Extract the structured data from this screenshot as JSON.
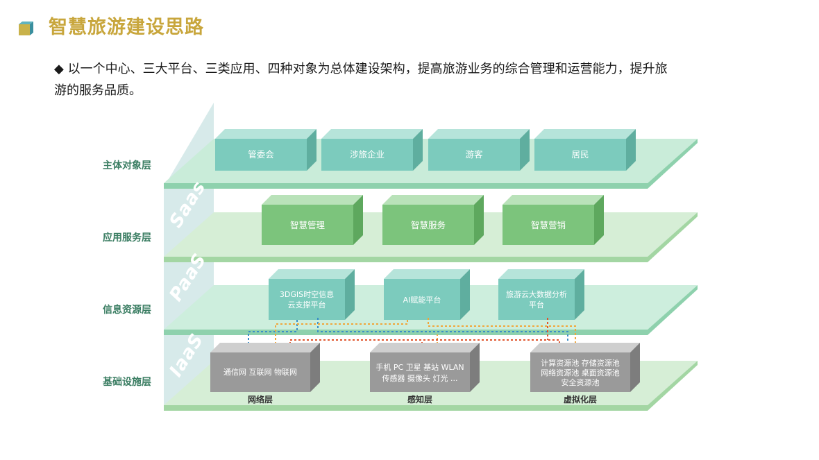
{
  "header": {
    "title": "智慧旅游建设思路",
    "bullet_mark": "◆",
    "description_line1": "以一个中心、三大平台、三类应用、四种对象为总体建设架构，提高旅游业务的综合管理和运营能力，提升旅",
    "description_line2": "游的服务品质。"
  },
  "colors": {
    "title": "#c8a63c",
    "layer_label": "#3a7d62",
    "platform_top": "#cdeedd",
    "teal_box": "#7ccbbd",
    "green_box": "#7cc47c",
    "gray_box": "#9a9a9a",
    "line_blue": "#3a8ec9",
    "line_orange": "#f0a63a",
    "line_red": "#e0552e"
  },
  "layers": [
    {
      "label": "主体对象层",
      "items": [
        "管委会",
        "涉旅企业",
        "游客",
        "居民"
      ]
    },
    {
      "label": "应用服务层",
      "tier": "Saas",
      "items": [
        "智慧管理",
        "智慧服务",
        "智慧营销"
      ]
    },
    {
      "label": "信息资源层",
      "tier": "PaaS",
      "items": [
        [
          "3DGIS时空信息",
          "云支撑平台"
        ],
        [
          "AI赋能平台"
        ],
        [
          "旅游云大数据分析",
          "平台"
        ]
      ]
    },
    {
      "label": "基础设施层",
      "tier": "IaaS",
      "items": [
        [
          "通信网 互联网 物联网"
        ],
        [
          "手机 PC 卫星 基站 WLAN",
          "传感器 摄像头 灯光 ..."
        ],
        [
          "计算资源池 存储资源池",
          "网络资源池 桌面资源池",
          "安全资源池"
        ]
      ],
      "sublabels": [
        "网络层",
        "感知层",
        "虚拟化层"
      ]
    }
  ]
}
